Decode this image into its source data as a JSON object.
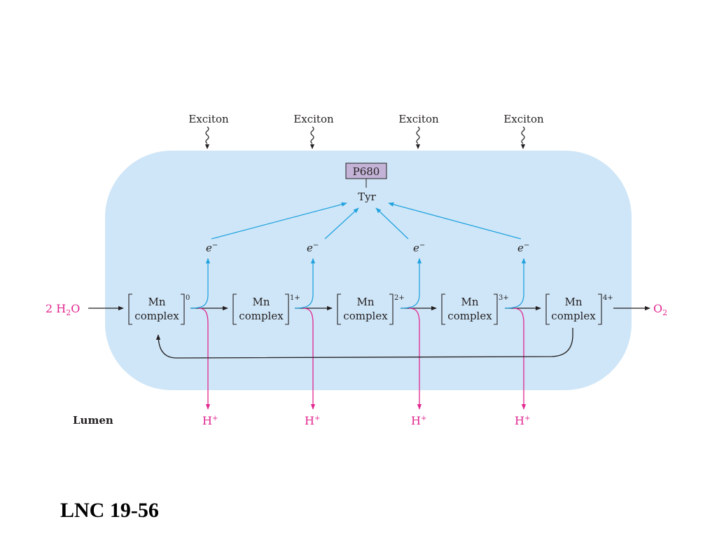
{
  "title": "",
  "excitons": [
    "Exciton",
    "Exciton",
    "Exciton",
    "Exciton"
  ],
  "p680_label": "P680",
  "tyr_label": "Tyr",
  "electron_labels": [
    {
      "base": "e",
      "sup": "−"
    },
    {
      "base": "e",
      "sup": "−"
    },
    {
      "base": "e",
      "sup": "−"
    },
    {
      "base": "e",
      "sup": "−"
    }
  ],
  "complexes": [
    {
      "line1": "Mn",
      "line2": "complex",
      "charge": "0"
    },
    {
      "line1": "Mn",
      "line2": "complex",
      "charge": "1+"
    },
    {
      "line1": "Mn",
      "line2": "complex",
      "charge": "2+"
    },
    {
      "line1": "Mn",
      "line2": "complex",
      "charge": "3+"
    },
    {
      "line1": "Mn",
      "line2": "complex",
      "charge": "4+"
    }
  ],
  "input": {
    "prefix": "2 H",
    "sub": "2",
    "suffix": "O"
  },
  "output": {
    "prefix": "O",
    "sub": "2"
  },
  "protons": [
    {
      "base": "H",
      "sup": "+"
    },
    {
      "base": "H",
      "sup": "+"
    },
    {
      "base": "H",
      "sup": "+"
    },
    {
      "base": "H",
      "sup": "+"
    }
  ],
  "lumen_label": "Lumen",
  "caption": "LNC 19-56",
  "colors": {
    "membrane_fill": "#cfe6f8",
    "p680_fill": "#c3b3d7",
    "electron_arrow": "#22a3df",
    "proton": "#e2268f",
    "text": "#231f20"
  }
}
